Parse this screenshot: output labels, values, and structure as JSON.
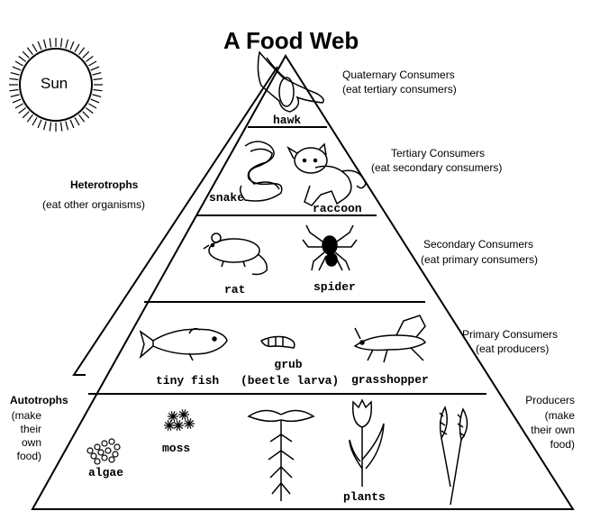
{
  "title": "A Food Web",
  "sun": {
    "label": "Sun"
  },
  "sides": {
    "heterotrophs_title": "Heterotrophs",
    "heterotrophs_desc": "(eat other organisms)",
    "autotrophs_title": "Autotrophs",
    "autotrophs_desc": [
      "(make",
      "their",
      "own",
      "food)"
    ]
  },
  "levels": {
    "quaternary": {
      "title": "Quaternary Consumers",
      "desc": "(eat tertiary consumers)"
    },
    "tertiary": {
      "title": "Tertiary Consumers",
      "desc": "(eat secondary consumers)"
    },
    "secondary": {
      "title": "Secondary Consumers",
      "desc": "(eat primary consumers)"
    },
    "primary": {
      "title": "Primary Consumers",
      "desc": "(eat producers)"
    },
    "producers": {
      "title": "Producers",
      "desc": [
        "(make",
        "their own",
        "food)"
      ]
    }
  },
  "organisms": {
    "hawk": "hawk",
    "snake": "snake",
    "raccoon": "raccoon",
    "rat": "rat",
    "spider": "spider",
    "tiny_fish": "tiny fish",
    "grub": "grub",
    "grub_note": "(beetle larva)",
    "grasshopper": "grasshopper",
    "moss": "moss",
    "algae": "algae",
    "plants": "plants"
  }
}
